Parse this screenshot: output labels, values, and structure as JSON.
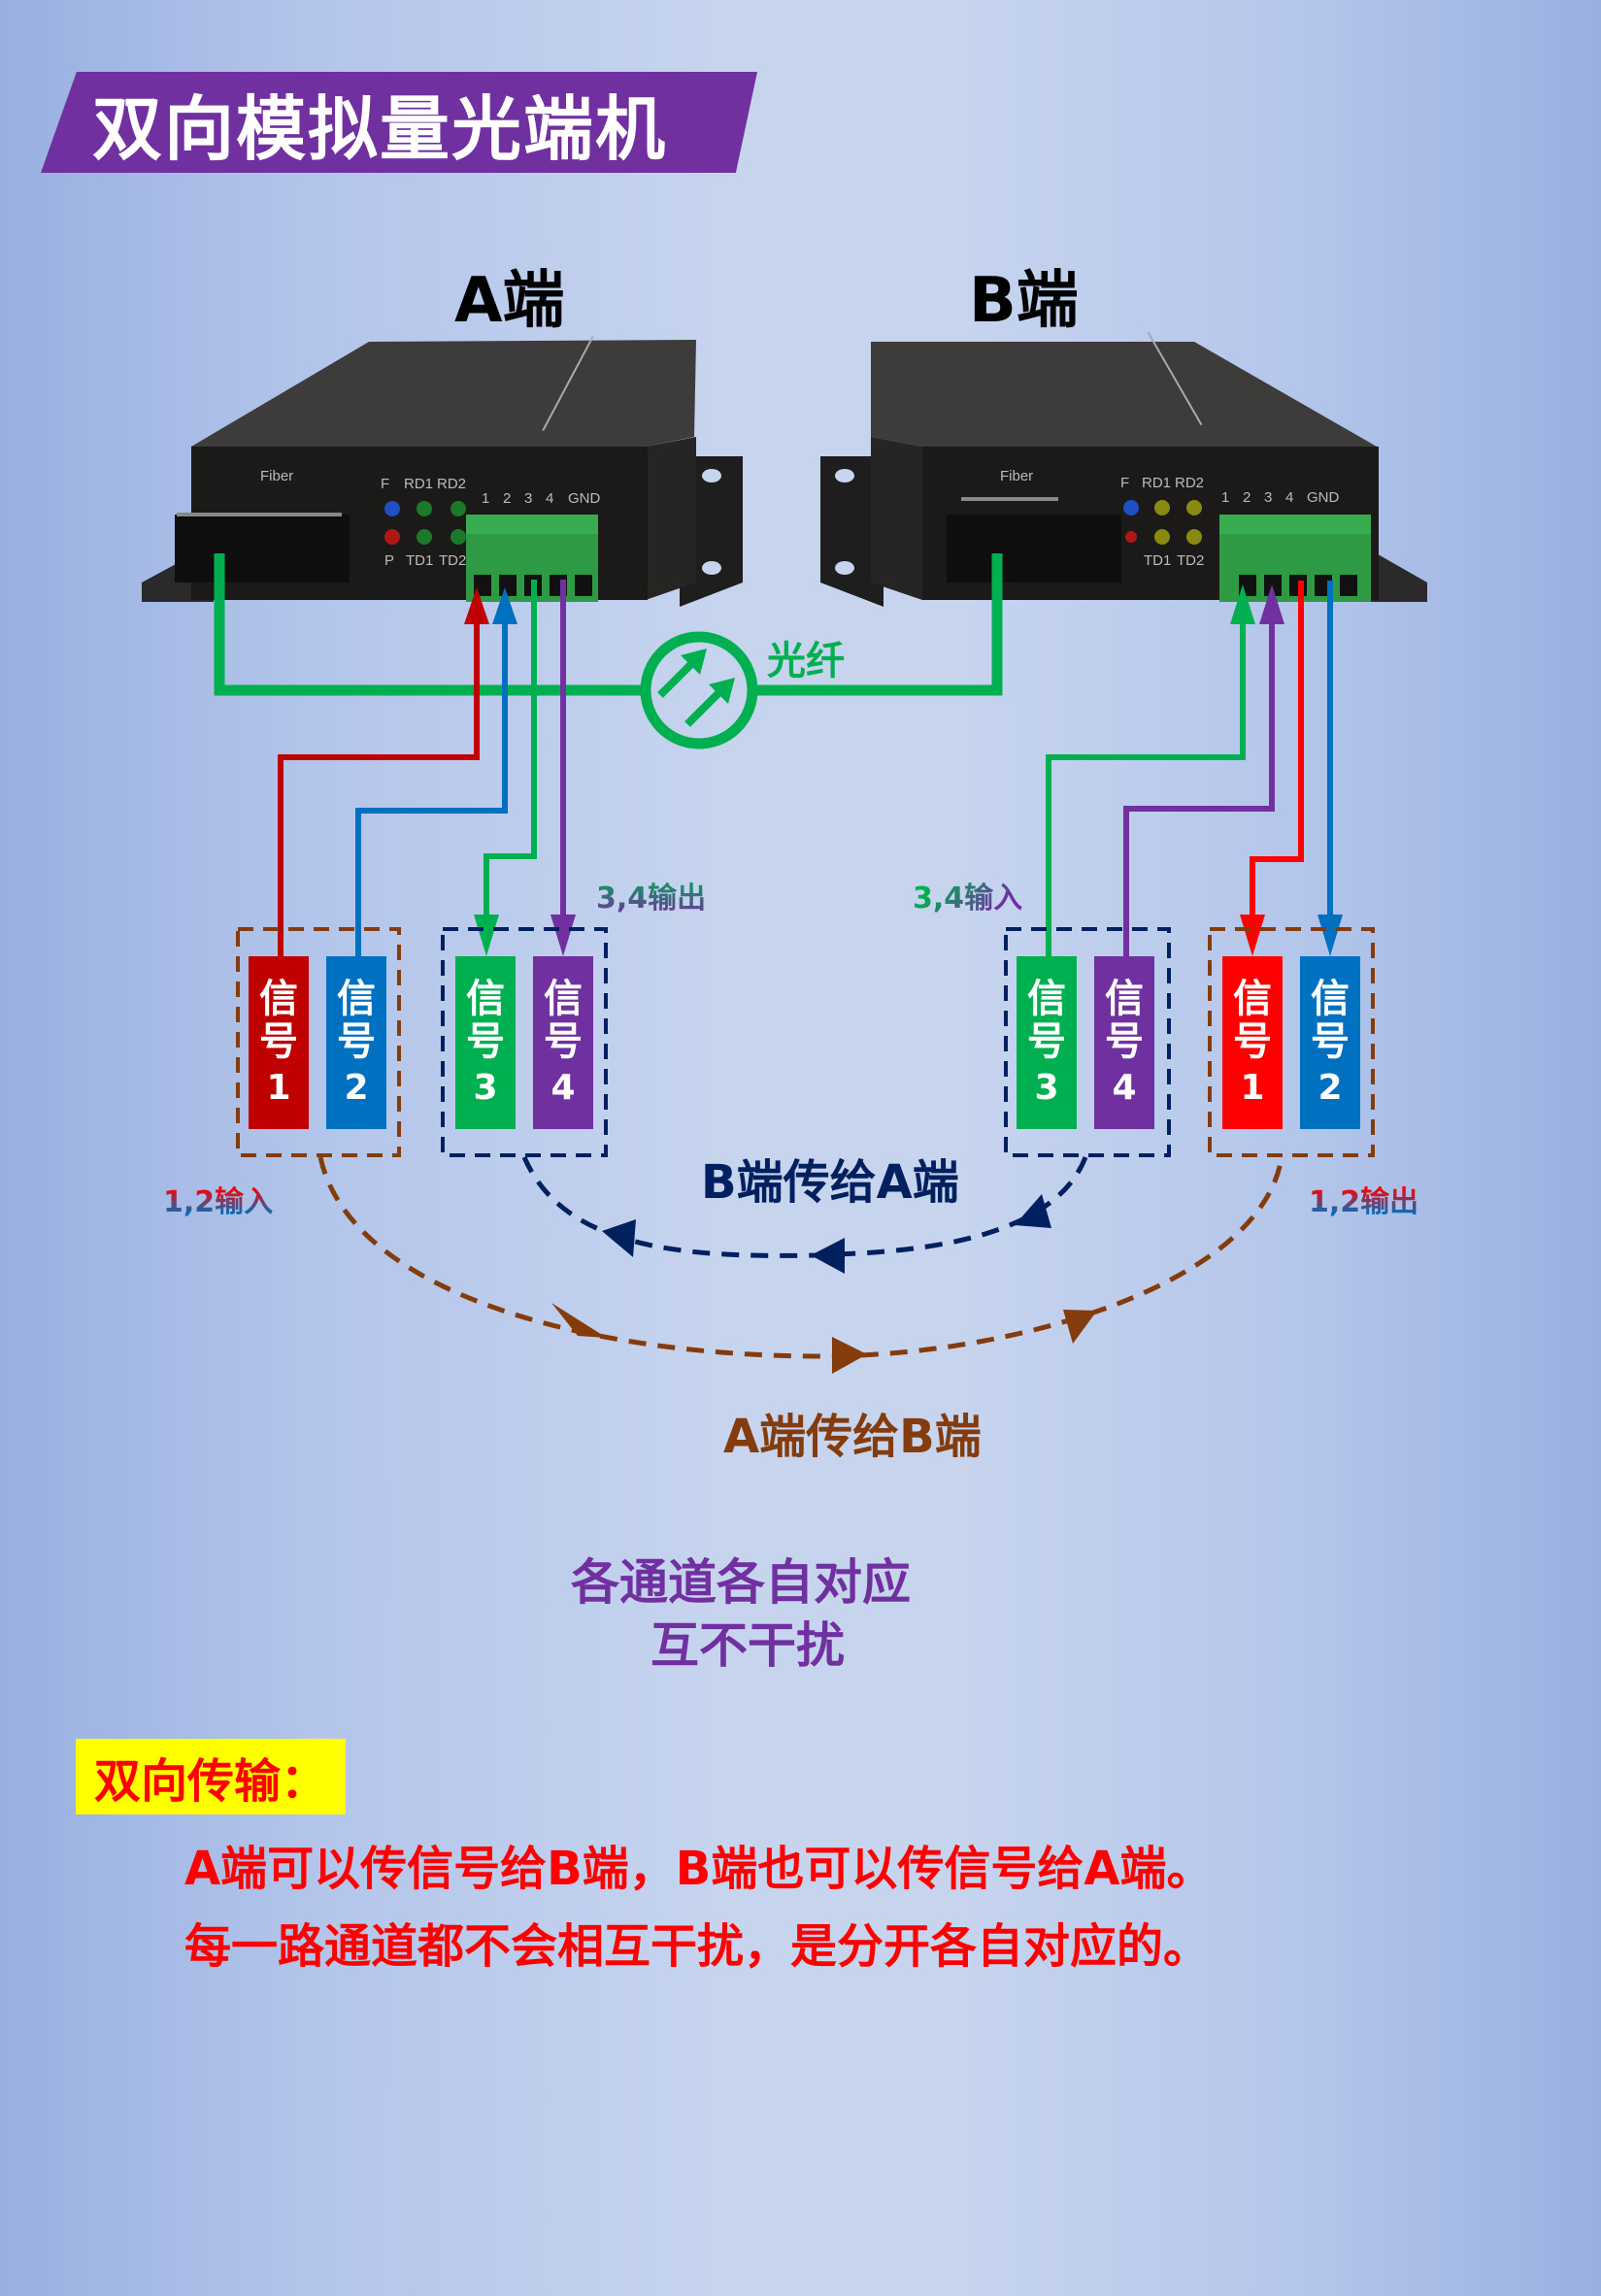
{
  "title": "双向模拟量光端机",
  "ends": {
    "a": {
      "heading": "A端"
    },
    "b": {
      "heading": "B端"
    }
  },
  "device": {
    "fiber_label": "Fiber",
    "led_top_labels": [
      "F",
      "RD1",
      "RD2"
    ],
    "led_bottom_labels_a": [
      "P",
      "TD1",
      "TD2"
    ],
    "led_bottom_labels_b": [
      "TD1",
      "TD2"
    ],
    "terminal_labels": [
      "1",
      "2",
      "3",
      "4",
      "GND"
    ],
    "led_colors_a": {
      "F": "#1f4fc4",
      "P": "#b01818",
      "RD1": "#1a7a2a",
      "RD2": "#1a7a2a",
      "TD1": "#1a7a2a",
      "TD2": "#1a7a2a"
    },
    "led_colors_b": {
      "F": "#1f4fc4",
      "P": "#b01818",
      "RD1": "#8a8a10",
      "RD2": "#8a8a10",
      "TD1": "#8a8a10",
      "TD2": "#8a8a10"
    }
  },
  "fiber": {
    "label": "光纤",
    "icon": "optical-fiber-icon"
  },
  "signals": {
    "a_inputs": [
      {
        "char1": "信",
        "char2": "号",
        "num": "1",
        "color": "#c00000"
      },
      {
        "char1": "信",
        "char2": "号",
        "num": "2",
        "color": "#0070c0"
      }
    ],
    "a_outputs": [
      {
        "char1": "信",
        "char2": "号",
        "num": "3",
        "color": "#00b050"
      },
      {
        "char1": "信",
        "char2": "号",
        "num": "4",
        "color": "#7030a0"
      }
    ],
    "b_inputs": [
      {
        "char1": "信",
        "char2": "号",
        "num": "3",
        "color": "#00b050"
      },
      {
        "char1": "信",
        "char2": "号",
        "num": "4",
        "color": "#7030a0"
      }
    ],
    "b_outputs": [
      {
        "char1": "信",
        "char2": "号",
        "num": "1",
        "color": "#ff0000"
      },
      {
        "char1": "信",
        "char2": "号",
        "num": "2",
        "color": "#0070c0"
      }
    ]
  },
  "labels": {
    "a_34_output": "3,4输出",
    "b_34_input": "3,4输入",
    "a_12_input": "1,2输入",
    "b_12_output": "1,2输出",
    "b_to_a": "B端传给A端",
    "a_to_b": "A端传给B端"
  },
  "center_note": {
    "line1": "各通道各自对应",
    "line2": "互不干扰"
  },
  "bottom_note": {
    "title": "双向传输：",
    "line1": "A端可以传信号给B端，B端也可以传信号给A端。",
    "line2": "每一路通道都不会相互干扰，是分开各自对应的。"
  },
  "colors": {
    "purple": "#7030a0",
    "green": "#00b050",
    "red_dark": "#c00000",
    "red": "#ff0000",
    "blue": "#0070c0",
    "navy": "#002060",
    "brown": "#843c0c",
    "yellow": "#ffff00"
  }
}
